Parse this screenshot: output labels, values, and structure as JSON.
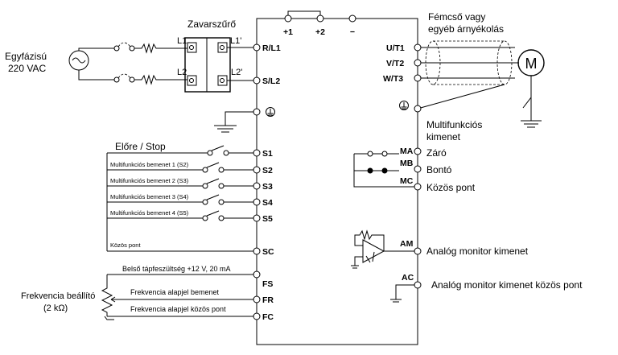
{
  "supply": {
    "line1": "Egyfázisú",
    "line2": "220 VAC"
  },
  "filter": {
    "title": "Zavarszűrő",
    "in1": "L1",
    "in2": "L2",
    "out1": "L1'",
    "out2": "L2'"
  },
  "dc_terminals": {
    "p1": "+1",
    "p2": "+2",
    "n": "−"
  },
  "inputs_left": {
    "r": "R/L1",
    "s": "S/L2"
  },
  "outputs_right": {
    "u": "U/T1",
    "v": "V/T2",
    "w": "W/T3"
  },
  "motor": {
    "symbol": "M",
    "shield_line1": "Fémcső vagy",
    "shield_line2": "egyéb árnyékolás"
  },
  "ground_symbol": "⏚",
  "multifunction_output": {
    "line1": "Multifunkciós",
    "line2": "kimenet"
  },
  "relay": {
    "ma": "MA",
    "mb": "MB",
    "mc": "MC",
    "ma_desc": "Záró",
    "mb_desc": "Bontó",
    "mc_desc": "Közös pont"
  },
  "digital_inputs": {
    "header": "Előre / Stop",
    "items": [
      {
        "terminal": "S1",
        "label": ""
      },
      {
        "terminal": "S2",
        "label": "Multifunkciós bemenet 1 (S2)"
      },
      {
        "terminal": "S3",
        "label": "Multifunkciós bemenet 2 (S3)"
      },
      {
        "terminal": "S4",
        "label": "Multifunkciós bemenet 3 (S4)"
      },
      {
        "terminal": "S5",
        "label": "Multifunkciós bemenet 4 (S5)"
      }
    ],
    "common_label": "Közös pont",
    "common_terminal": "SC"
  },
  "analog_monitor": {
    "am": "AM",
    "ac": "AC",
    "am_desc": "Analóg monitor kimenet",
    "ac_desc": "Analóg monitor kimenet közös pont"
  },
  "frequency": {
    "setter_line1": "Frekvencia beállító",
    "setter_line2": "(2 kΩ)",
    "fs_label": "Belső tápfeszültség +12 V, 20 mA",
    "fr_label": "Frekvencia alapjel bemenet",
    "fc_label": "Frekvencia alapjel közös pont",
    "fs": "FS",
    "fr": "FR",
    "fc": "FC"
  }
}
